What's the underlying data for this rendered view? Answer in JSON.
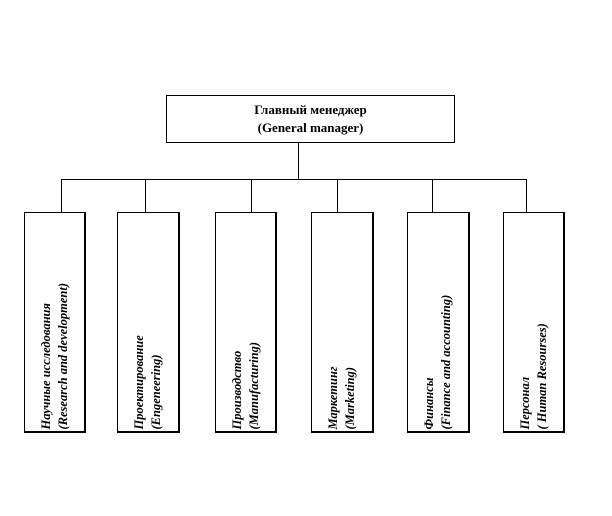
{
  "head": {
    "ru": "Главный менеджер",
    "en": "(General manager)"
  },
  "departments": [
    {
      "ru": "Научные исследования",
      "en": "(Research and development)"
    },
    {
      "ru": "Проектирование",
      "en": "(Engeneering)"
    },
    {
      "ru": "Производство",
      "en": "(Manufacturing)"
    },
    {
      "ru": "Маркетинг",
      "en": "(Marketing)"
    },
    {
      "ru": "Финансы",
      "en": "(Finance and accounting)"
    },
    {
      "ru": "Персонал",
      "en": "( Human Resourses)"
    }
  ]
}
